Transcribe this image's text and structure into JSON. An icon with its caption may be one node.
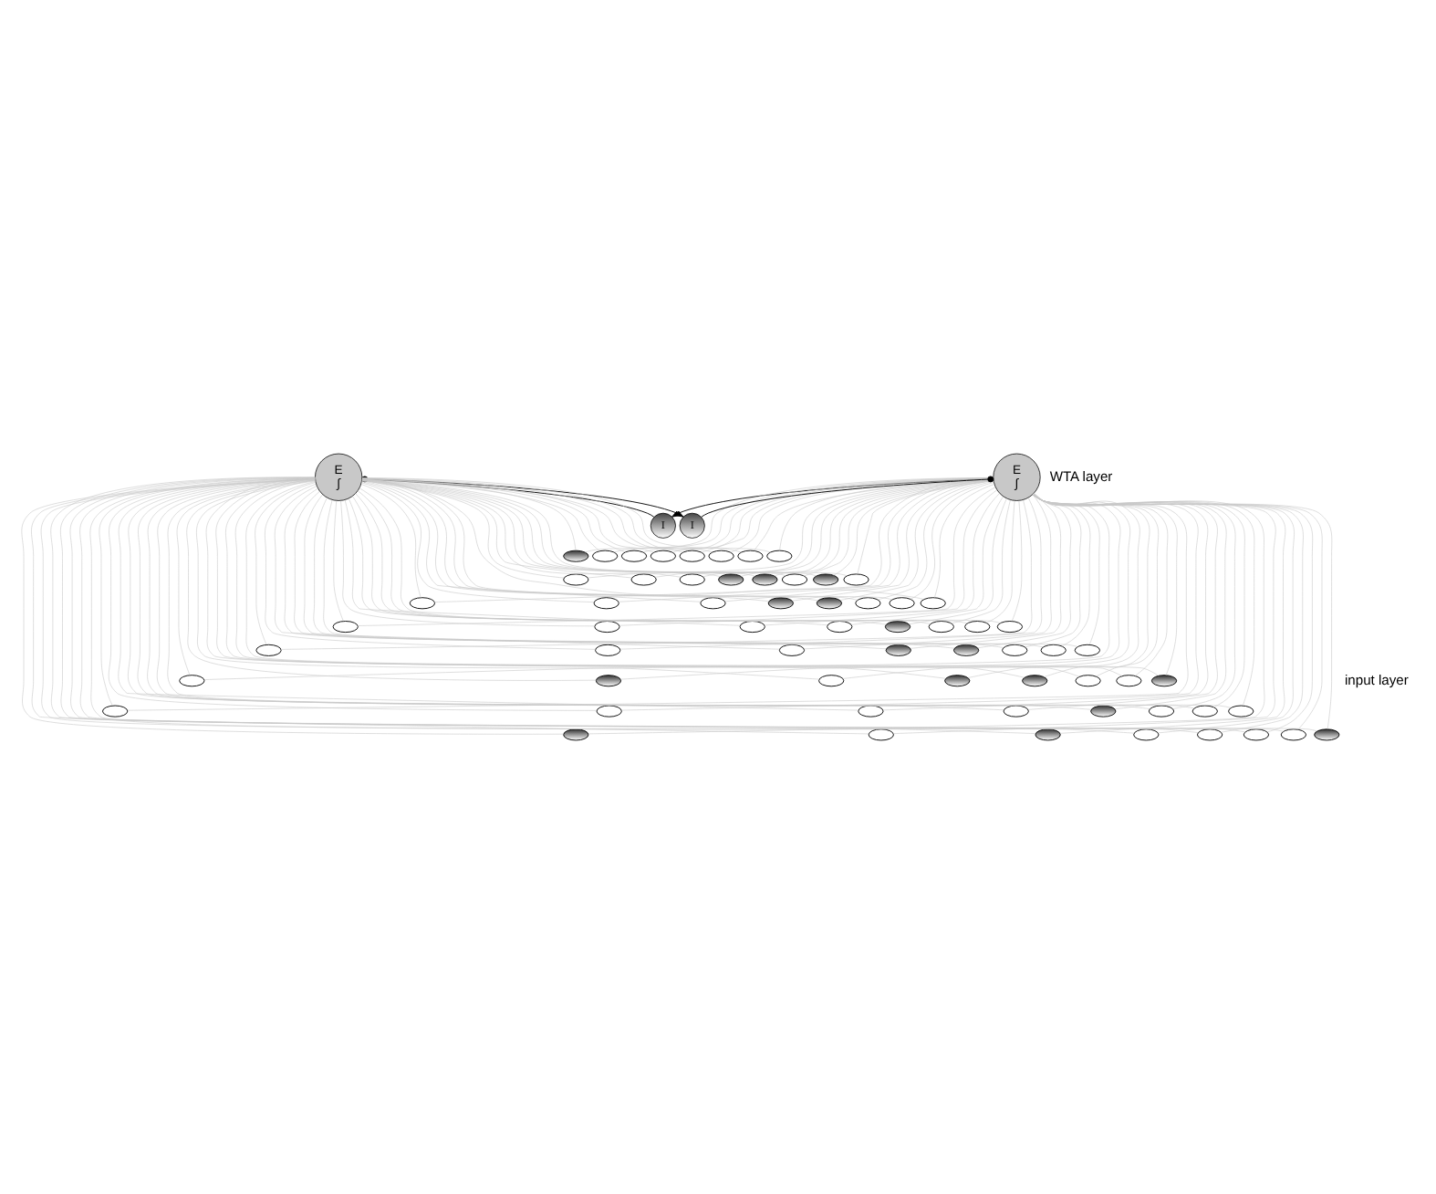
{
  "diagram": {
    "nodes": [
      {
        "text": [
          "E",
          "∫"
        ]
      },
      {
        "text": [
          "I"
        ]
      },
      {
        "text": [
          "E",
          "∫"
        ]
      },
      {
        "text": [
          "I"
        ]
      },
      {
        "text": [],
        "shape": "ellipse"
      },
      {
        "text": [],
        "shape": "ellipse"
      },
      {
        "text": [],
        "shape": "ellipse"
      },
      {
        "text": [],
        "shape": "ellipse"
      },
      {
        "text": [],
        "shape": "ellipse"
      },
      {
        "text": [],
        "shape": "ellipse"
      },
      {
        "text": [],
        "shape": "ellipse"
      },
      {
        "text": [],
        "shape": "ellipse"
      },
      {
        "text": [],
        "shape": "ellipse"
      },
      {
        "text": [],
        "shape": "ellipse"
      },
      {
        "text": [],
        "shape": "ellipse"
      },
      {
        "text": [],
        "shape": "ellipse"
      },
      {
        "text": [],
        "shape": "ellipse"
      },
      {
        "text": [],
        "shape": "ellipse"
      },
      {
        "text": [],
        "shape": "ellipse"
      },
      {
        "text": [],
        "shape": "ellipse"
      },
      {
        "text": [],
        "shape": "ellipse"
      },
      {
        "text": [],
        "shape": "ellipse"
      },
      {
        "text": [],
        "shape": "ellipse"
      },
      {
        "text": [],
        "shape": "ellipse"
      },
      {
        "text": [],
        "shape": "ellipse"
      },
      {
        "text": [],
        "shape": "ellipse"
      },
      {
        "text": [],
        "shape": "ellipse"
      },
      {
        "text": [],
        "shape": "ellipse"
      },
      {
        "text": [],
        "shape": "ellipse"
      },
      {
        "text": [],
        "shape": "ellipse"
      },
      {
        "text": [],
        "shape": "ellipse"
      },
      {
        "text": [],
        "shape": "ellipse"
      },
      {
        "text": [],
        "shape": "ellipse"
      },
      {
        "text": [],
        "shape": "ellipse"
      },
      {
        "text": [],
        "shape": "ellipse"
      },
      {
        "text": [],
        "shape": "ellipse"
      },
      {
        "text": [],
        "shape": "ellipse"
      },
      {
        "text": [],
        "shape": "ellipse"
      },
      {
        "text": [],
        "shape": "ellipse"
      },
      {
        "text": [],
        "shape": "ellipse"
      },
      {
        "text": [],
        "shape": "ellipse"
      },
      {
        "text": [],
        "shape": "ellipse"
      },
      {
        "text": [],
        "shape": "ellipse"
      },
      {
        "text": [],
        "shape": "ellipse"
      },
      {
        "text": [],
        "shape": "ellipse"
      },
      {
        "text": [],
        "shape": "ellipse"
      },
      {
        "text": [],
        "shape": "ellipse"
      },
      {
        "text": [],
        "shape": "ellipse"
      },
      {
        "text": [],
        "shape": "ellipse"
      },
      {
        "text": [],
        "shape": "ellipse"
      },
      {
        "text": [],
        "shape": "ellipse"
      },
      {
        "text": [],
        "shape": "ellipse"
      },
      {
        "text": [],
        "shape": "ellipse"
      },
      {
        "text": [],
        "shape": "ellipse"
      },
      {
        "text": [],
        "shape": "ellipse"
      },
      {
        "text": [],
        "shape": "ellipse"
      },
      {
        "text": [],
        "shape": "ellipse"
      },
      {
        "text": [],
        "shape": "ellipse"
      },
      {
        "text": [],
        "shape": "ellipse"
      },
      {
        "text": [],
        "shape": "ellipse"
      },
      {
        "text": [],
        "shape": "ellipse"
      },
      {
        "text": [],
        "shape": "ellipse"
      },
      {
        "text": [],
        "shape": "ellipse"
      },
      {
        "text": [],
        "shape": "ellipse"
      },
      {
        "text": [],
        "shape": "ellipse"
      },
      {
        "text": [],
        "shape": "ellipse"
      },
      {
        "text": [],
        "shape": "ellipse"
      },
      {
        "text": [],
        "shape": "ellipse"
      }
    ],
    "edges": [
      {
        "from": 0,
        "to": 1,
        "arrow": "to",
        "color": "#000000"
      },
      {
        "from": 1,
        "to": 2,
        "arrow": "other",
        "color": "#000000"
      },
      {
        "from": 2,
        "to": 3,
        "arrow": "to",
        "color": "#000000"
      },
      {
        "from": 3,
        "to": 0,
        "arrow": "other",
        "color": "#000000"
      },
      {
        "from": 0,
        "to": 4,
        "arrow": "none"
      },
      {
        "from": 0,
        "to": 5,
        "arrow": "none"
      },
      {
        "from": 0,
        "to": 6,
        "arrow": "none"
      },
      {
        "from": 0,
        "to": 7,
        "arrow": "none"
      },
      {
        "from": 0,
        "to": 8,
        "arrow": "none"
      },
      {
        "from": 0,
        "to": 9,
        "arrow": "none"
      },
      {
        "from": 0,
        "to": 10,
        "arrow": "none"
      },
      {
        "from": 0,
        "to": 11,
        "arrow": "none"
      },
      {
        "from": 0,
        "to": 12,
        "arrow": "none"
      },
      {
        "from": 0,
        "to": 13,
        "arrow": "none"
      },
      {
        "from": 0,
        "to": 14,
        "arrow": "none"
      },
      {
        "from": 0,
        "to": 15,
        "arrow": "none"
      },
      {
        "from": 0,
        "to": 16,
        "arrow": "none"
      },
      {
        "from": 0,
        "to": 17,
        "arrow": "none"
      },
      {
        "from": 0,
        "to": 18,
        "arrow": "none"
      },
      {
        "from": 0,
        "to": 19,
        "arrow": "none"
      },
      {
        "from": 0,
        "to": 20,
        "arrow": "none"
      },
      {
        "from": 0,
        "to": 21,
        "arrow": "none"
      },
      {
        "from": 0,
        "to": 22,
        "arrow": "none"
      },
      {
        "from": 0,
        "to": 23,
        "arrow": "none"
      },
      {
        "from": 0,
        "to": 24,
        "arrow": "none"
      },
      {
        "from": 0,
        "to": 25,
        "arrow": "none"
      },
      {
        "from": 0,
        "to": 26,
        "arrow": "none"
      },
      {
        "from": 0,
        "to": 27,
        "arrow": "none"
      },
      {
        "from": 0,
        "to": 28,
        "arrow": "none"
      },
      {
        "from": 0,
        "to": 29,
        "arrow": "none"
      },
      {
        "from": 0,
        "to": 30,
        "arrow": "none"
      },
      {
        "from": 0,
        "to": 31,
        "arrow": "none"
      },
      {
        "from": 0,
        "to": 32,
        "arrow": "none"
      },
      {
        "from": 0,
        "to": 33,
        "arrow": "none"
      },
      {
        "from": 0,
        "to": 34,
        "arrow": "none"
      },
      {
        "from": 0,
        "to": 35,
        "arrow": "none"
      },
      {
        "from": 0,
        "to": 36,
        "arrow": "none"
      },
      {
        "from": 0,
        "to": 37,
        "arrow": "none"
      },
      {
        "from": 0,
        "to": 38,
        "arrow": "none"
      },
      {
        "from": 0,
        "to": 39,
        "arrow": "none"
      },
      {
        "from": 0,
        "to": 40,
        "arrow": "none"
      },
      {
        "from": 0,
        "to": 41,
        "arrow": "none"
      },
      {
        "from": 0,
        "to": 42,
        "arrow": "none"
      },
      {
        "from": 0,
        "to": 43,
        "arrow": "none"
      },
      {
        "from": 0,
        "to": 44,
        "arrow": "none"
      },
      {
        "from": 0,
        "to": 45,
        "arrow": "none"
      },
      {
        "from": 0,
        "to": 46,
        "arrow": "none"
      },
      {
        "from": 0,
        "to": 47,
        "arrow": "none"
      },
      {
        "from": 0,
        "to": 48,
        "arrow": "none"
      },
      {
        "from": 0,
        "to": 49,
        "arrow": "none"
      },
      {
        "from": 0,
        "to": 50,
        "arrow": "none"
      },
      {
        "from": 0,
        "to": 51,
        "arrow": "none"
      },
      {
        "from": 0,
        "to": 52,
        "arrow": "none"
      },
      {
        "from": 0,
        "to": 53,
        "arrow": "none"
      },
      {
        "from": 0,
        "to": 54,
        "arrow": "none"
      },
      {
        "from": 0,
        "to": 55,
        "arrow": "none"
      },
      {
        "from": 0,
        "to": 56,
        "arrow": "none"
      },
      {
        "from": 0,
        "to": 57,
        "arrow": "none"
      },
      {
        "from": 0,
        "to": 58,
        "arrow": "none"
      },
      {
        "from": 0,
        "to": 59,
        "arrow": "none"
      },
      {
        "from": 0,
        "to": 60,
        "arrow": "none"
      },
      {
        "from": 0,
        "to": 61,
        "arrow": "none"
      },
      {
        "from": 0,
        "to": 62,
        "arrow": "none"
      },
      {
        "from": 0,
        "to": 63,
        "arrow": "none"
      },
      {
        "from": 0,
        "to": 64,
        "arrow": "none"
      },
      {
        "from": 0,
        "to": 65,
        "arrow": "none"
      },
      {
        "from": 0,
        "to": 66,
        "arrow": "none"
      },
      {
        "from": 0,
        "to": 67,
        "arrow": "none"
      },
      {
        "from": 2,
        "to": 4,
        "arrow": "none"
      },
      {
        "from": 2,
        "to": 5,
        "arrow": "none"
      },
      {
        "from": 2,
        "to": 6,
        "arrow": "none"
      },
      {
        "from": 2,
        "to": 7,
        "arrow": "none"
      },
      {
        "from": 2,
        "to": 8,
        "arrow": "none"
      },
      {
        "from": 2,
        "to": 9,
        "arrow": "none"
      },
      {
        "from": 2,
        "to": 10,
        "arrow": "none"
      },
      {
        "from": 2,
        "to": 11,
        "arrow": "none"
      },
      {
        "from": 2,
        "to": 12,
        "arrow": "none"
      },
      {
        "from": 2,
        "to": 13,
        "arrow": "none"
      },
      {
        "from": 2,
        "to": 14,
        "arrow": "none"
      },
      {
        "from": 2,
        "to": 15,
        "arrow": "none"
      },
      {
        "from": 2,
        "to": 16,
        "arrow": "none"
      },
      {
        "from": 2,
        "to": 17,
        "arrow": "none"
      },
      {
        "from": 2,
        "to": 18,
        "arrow": "none"
      },
      {
        "from": 2,
        "to": 19,
        "arrow": "none"
      },
      {
        "from": 2,
        "to": 20,
        "arrow": "none"
      },
      {
        "from": 2,
        "to": 21,
        "arrow": "none"
      },
      {
        "from": 2,
        "to": 22,
        "arrow": "none"
      },
      {
        "from": 2,
        "to": 23,
        "arrow": "none"
      },
      {
        "from": 2,
        "to": 24,
        "arrow": "none"
      },
      {
        "from": 2,
        "to": 25,
        "arrow": "none"
      },
      {
        "from": 2,
        "to": 26,
        "arrow": "none"
      },
      {
        "from": 2,
        "to": 27,
        "arrow": "none"
      },
      {
        "from": 2,
        "to": 28,
        "arrow": "none"
      },
      {
        "from": 2,
        "to": 29,
        "arrow": "none"
      },
      {
        "from": 2,
        "to": 30,
        "arrow": "none"
      },
      {
        "from": 2,
        "to": 31,
        "arrow": "none"
      },
      {
        "from": 2,
        "to": 32,
        "arrow": "none"
      },
      {
        "from": 2,
        "to": 33,
        "arrow": "none"
      },
      {
        "from": 2,
        "to": 34,
        "arrow": "none"
      },
      {
        "from": 2,
        "to": 35,
        "arrow": "none"
      },
      {
        "from": 2,
        "to": 36,
        "arrow": "none"
      },
      {
        "from": 2,
        "to": 37,
        "arrow": "none"
      },
      {
        "from": 2,
        "to": 38,
        "arrow": "none"
      },
      {
        "from": 2,
        "to": 39,
        "arrow": "none"
      },
      {
        "from": 2,
        "to": 40,
        "arrow": "none"
      },
      {
        "from": 2,
        "to": 41,
        "arrow": "none"
      },
      {
        "from": 2,
        "to": 42,
        "arrow": "none"
      },
      {
        "from": 2,
        "to": 43,
        "arrow": "none"
      },
      {
        "from": 2,
        "to": 44,
        "arrow": "none"
      },
      {
        "from": 2,
        "to": 45,
        "arrow": "none"
      },
      {
        "from": 2,
        "to": 46,
        "arrow": "none"
      },
      {
        "from": 2,
        "to": 47,
        "arrow": "none"
      },
      {
        "from": 2,
        "to": 48,
        "arrow": "none"
      },
      {
        "from": 2,
        "to": 49,
        "arrow": "none"
      },
      {
        "from": 2,
        "to": 50,
        "arrow": "none"
      },
      {
        "from": 2,
        "to": 51,
        "arrow": "none"
      },
      {
        "from": 2,
        "to": 52,
        "arrow": "none"
      },
      {
        "from": 2,
        "to": 53,
        "arrow": "none"
      },
      {
        "from": 2,
        "to": 54,
        "arrow": "none"
      },
      {
        "from": 2,
        "to": 55,
        "arrow": "none"
      },
      {
        "from": 2,
        "to": 56,
        "arrow": "none"
      },
      {
        "from": 2,
        "to": 57,
        "arrow": "none"
      },
      {
        "from": 2,
        "to": 58,
        "arrow": "none"
      },
      {
        "from": 2,
        "to": 59,
        "arrow": "none"
      },
      {
        "from": 2,
        "to": 60,
        "arrow": "none"
      },
      {
        "from": 2,
        "to": 61,
        "arrow": "none"
      },
      {
        "from": 2,
        "to": 62,
        "arrow": "none"
      },
      {
        "from": 2,
        "to": 63,
        "arrow": "none"
      },
      {
        "from": 2,
        "to": 64,
        "arrow": "none"
      },
      {
        "from": 2,
        "to": 65,
        "arrow": "none"
      },
      {
        "from": 2,
        "to": 66,
        "arrow": "none"
      },
      {
        "from": 2,
        "to": 67,
        "arrow": "none"
      }
    ],
    "labels": [
      "WTA layer",
      "input layer"
    ]
  }
}
